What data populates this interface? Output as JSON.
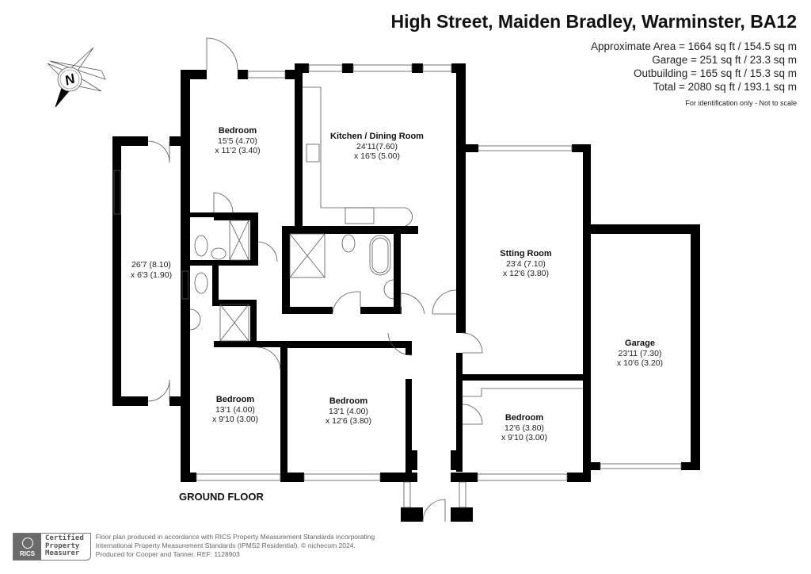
{
  "header": {
    "title": "High Street, Maiden Bradley, Warminster, BA12",
    "areas": [
      "Approximate Area = 1664 sq ft / 154.5 sq m",
      "Garage = 251 sq ft / 23.3 sq m",
      "Outbuilding = 165 sq ft / 15.3 sq m",
      "Total = 2080 sq ft / 193.1 sq m"
    ],
    "note": "For identification only - Not to scale"
  },
  "compass": {
    "icon": "north-compass-icon",
    "letter": "N"
  },
  "floor_label": "GROUND FLOOR",
  "rooms": [
    {
      "name": "Bedroom",
      "dim1": "15'5 (4.70)",
      "dim2": "x 11'2 (3.40)"
    },
    {
      "name": "Kitchen / Dining Room",
      "dim1": "24'11(7.60)",
      "dim2": "x 16'5 (5.00)"
    },
    {
      "name": "",
      "dim1": "26'7 (8.10)",
      "dim2": "x 6'3 (1.90)"
    },
    {
      "name": "Stting Room",
      "dim1": "23'4 (7.10)",
      "dim2": "x 12'6 (3.80)"
    },
    {
      "name": "Garage",
      "dim1": "23'11 (7.30)",
      "dim2": "x 10'6 (3.20)"
    },
    {
      "name": "Bedroom",
      "dim1": "13'1 (4.00)",
      "dim2": "x 9'10 (3.00)"
    },
    {
      "name": "Bedroom",
      "dim1": "13'1 (4.00)",
      "dim2": "x 12'6 (3.80)"
    },
    {
      "name": "Bedroom",
      "dim1": "12'6 (3.80)",
      "dim2": "x 9'10 (3.00)"
    }
  ],
  "footer": {
    "badge": {
      "org": "RICS",
      "lines": [
        "Certified",
        "Property",
        "Measurer"
      ]
    },
    "lines": [
      "Floor plan produced in accordance with RICS Property Measurement Standards incorporating",
      "International Property Measurement Standards (IPMS2 Residential).   © nichecom 2024.",
      "Produced for Cooper and Tanner.   REF:  1128903"
    ]
  }
}
